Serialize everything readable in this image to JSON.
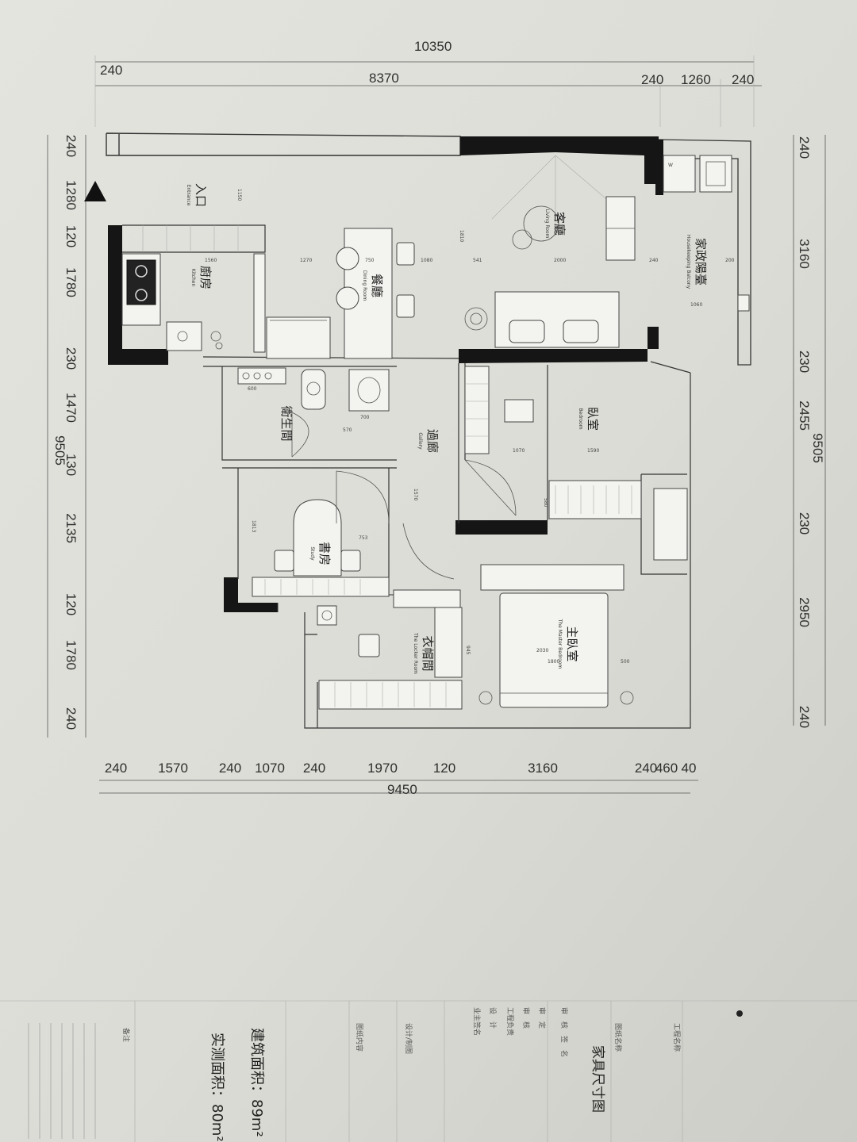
{
  "plan": {
    "dims_top": {
      "overall": "10350",
      "left_wall": "240",
      "main": "8370",
      "right": [
        "240",
        "1260",
        "240"
      ]
    },
    "dims_left": [
      "240",
      "1280",
      "120",
      "1780",
      "230",
      "1470",
      "130",
      "2135",
      "120",
      "1780",
      "240"
    ],
    "dims_left_total": "9505",
    "dims_right": [
      "240",
      "3160",
      "230",
      "2455",
      "230",
      "2950",
      "240"
    ],
    "dims_right_total": "9505",
    "dims_bottom": [
      "240",
      "1570",
      "240",
      "1070",
      "240",
      "1970",
      "120",
      "3160",
      "240",
      "460",
      "40"
    ],
    "dims_bottom_total": "9450",
    "rooms": {
      "entrance": {
        "zh": "入口",
        "en": "Entrance"
      },
      "kitchen": {
        "zh": "廚房",
        "en": "Kitchen"
      },
      "dining": {
        "zh": "餐廳",
        "en": "Dining Room"
      },
      "living": {
        "zh": "客廳",
        "en": "Living Room"
      },
      "balcony": {
        "zh": "家政陽臺",
        "en": "Housekeeping Balcony"
      },
      "bathroom": {
        "zh": "衛生間",
        "en": ""
      },
      "gallery": {
        "zh": "過廊",
        "en": "Gallery"
      },
      "bedroom": {
        "zh": "臥室",
        "en": "Bedroom"
      },
      "study": {
        "zh": "書房",
        "en": "Study"
      },
      "locker": {
        "zh": "衣帽間",
        "en": "The Locker Room"
      },
      "master": {
        "zh": "主臥室",
        "en": "The Master Bedroom"
      }
    },
    "inner_dims": {
      "d1150": "1150",
      "d1560": "1560",
      "d1270": "1270",
      "d750": "750",
      "d1080": "1080",
      "d541": "541",
      "d2000": "2000",
      "d240": "240",
      "d200": "200",
      "d1060": "1060",
      "d1810": "1810",
      "d600": "600",
      "d700": "700",
      "d570": "570",
      "d1070": "1070",
      "d1590": "1590",
      "d1570": "1570",
      "d1813": "1813",
      "d753": "753",
      "d1800": "1800",
      "d500": "500",
      "d2030": "2030",
      "d945": "945",
      "d580": "580"
    }
  },
  "title_block": {
    "project_name_label": "工程名称",
    "drawing_name_label": "图纸名称",
    "drawing_title": "家具尺寸图",
    "rows": [
      "审　核　签　名",
      "审　定",
      "审　核",
      "工程负责",
      "设　计",
      "业主签名"
    ],
    "design_label": "设计/制图",
    "content_label": "图纸内容",
    "building_area": "建筑面积：89m²",
    "measured_area": "实测面积：80m²",
    "notes_label": "备注"
  }
}
